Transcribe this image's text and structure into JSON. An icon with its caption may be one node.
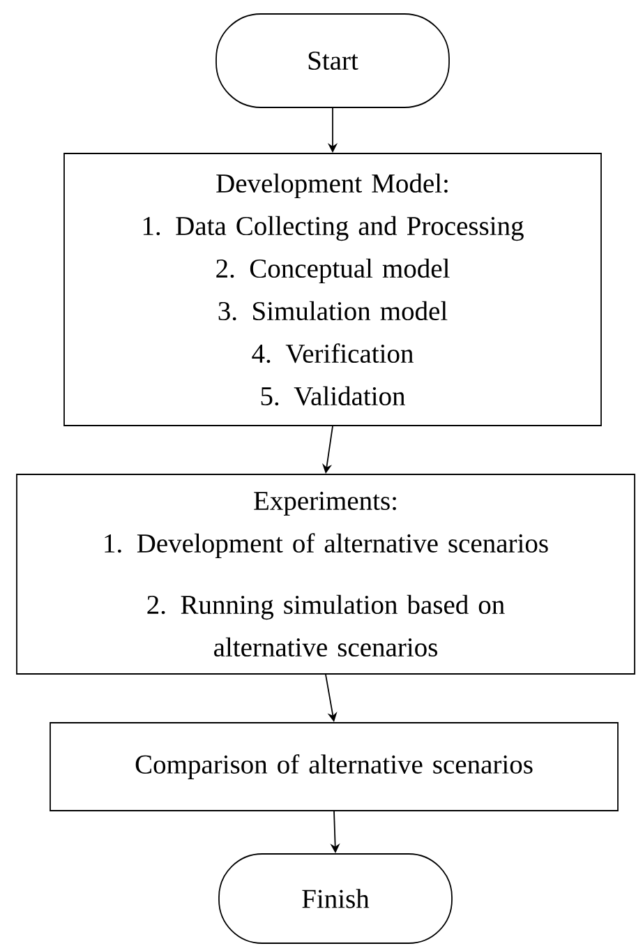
{
  "diagram": {
    "nodes": [
      {
        "text": [
          "Start"
        ]
      },
      {
        "text": [
          "Development Model:",
          "1. Data Collecting and Processing",
          "2. Conceptual model",
          "3. Simulation model",
          "4. Verification",
          "5. Validation"
        ]
      },
      {
        "text": [
          "Experiments:",
          "1. Development of alternative scenarios",
          "2. Running simulation based on alternative scenarios"
        ]
      },
      {
        "text": [
          "Comparison of alternative scenarios"
        ]
      },
      {
        "text": [
          "Finish"
        ]
      }
    ],
    "edges": [
      {
        "from": 0,
        "to": 1,
        "arrow": "to"
      },
      {
        "from": 1,
        "to": 2,
        "arrow": "to"
      },
      {
        "from": 2,
        "to": 3,
        "arrow": "to"
      },
      {
        "from": 3,
        "to": 4,
        "arrow": "to"
      }
    ]
  }
}
